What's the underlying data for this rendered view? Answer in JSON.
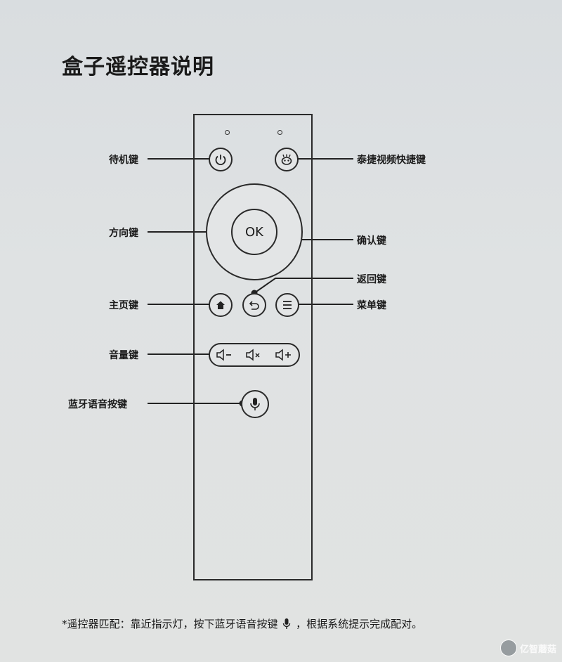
{
  "title": "盒子遥控器说明",
  "remote": {
    "ok_label": "OK"
  },
  "labels": {
    "power": "待机键",
    "shortcut": "泰捷视频快捷键",
    "direction": "方向键",
    "ok": "确认键",
    "back": "返回键",
    "home": "主页键",
    "menu": "菜单键",
    "volume": "音量键",
    "voice": "蓝牙语音按键"
  },
  "note": {
    "before": "*遥控器匹配：靠近指示灯，按下蓝牙语音按键",
    "after": "，根据系统提示完成配对。"
  },
  "watermark": {
    "text": "亿智蘑菇"
  }
}
